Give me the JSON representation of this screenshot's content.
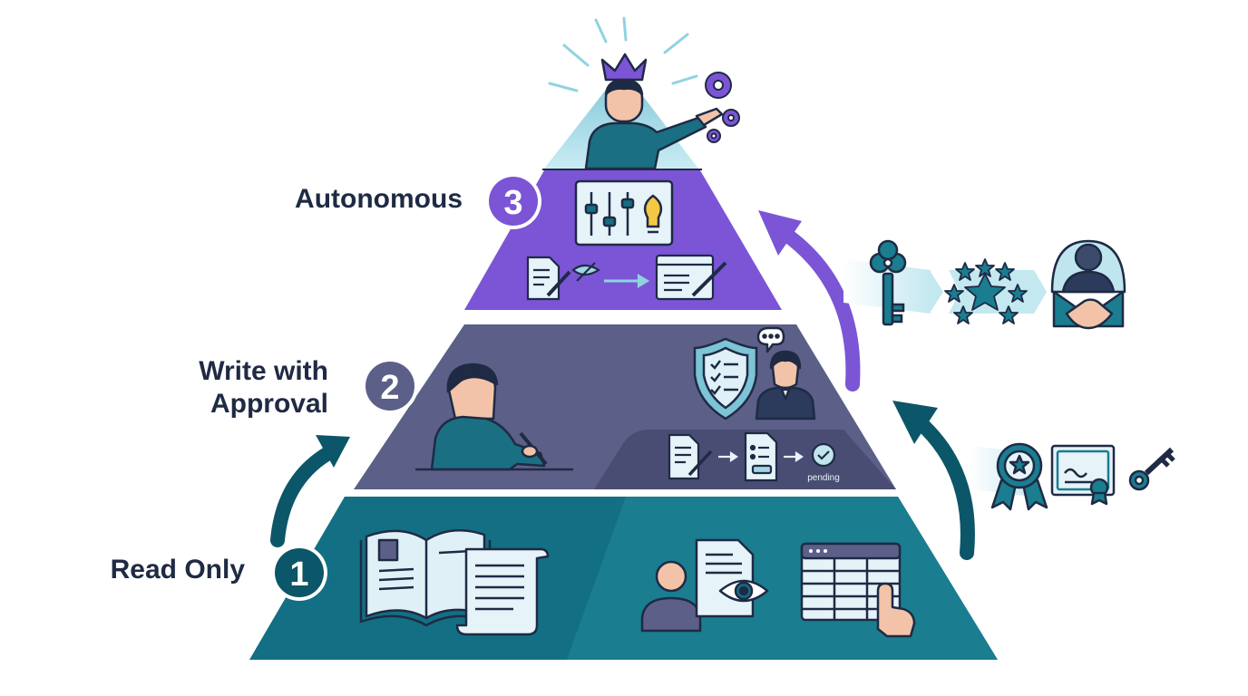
{
  "levels": [
    {
      "number": "1",
      "label_lines": [
        "Read Only"
      ],
      "color": "#0f6b80"
    },
    {
      "number": "2",
      "label_lines": [
        "Write with",
        "Approval"
      ],
      "color": "#5c6088"
    },
    {
      "number": "3",
      "label_lines": [
        "Autonomous"
      ],
      "color": "#7b55d6"
    }
  ],
  "level2_status": "pending",
  "colors": {
    "teal": "#136f83",
    "teal_dark": "#0b5668",
    "slate": "#5c6088",
    "slate_dark": "#4a4d73",
    "purple": "#7b55d6",
    "cyan_light": "#bfe6ef",
    "navy": "#1f2a44"
  }
}
